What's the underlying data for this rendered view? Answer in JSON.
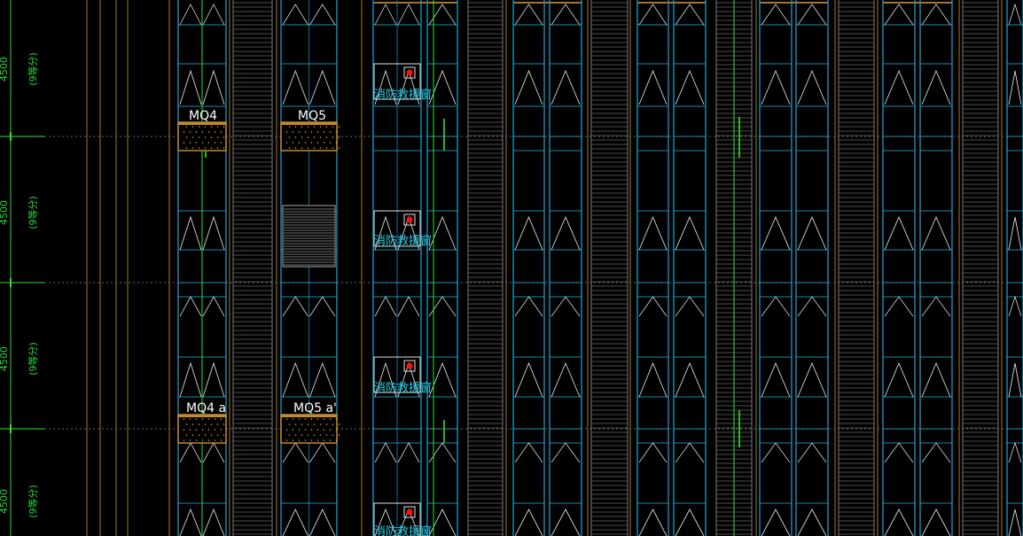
{
  "colors": {
    "background": "#000000",
    "mullion": "#1b8fb8",
    "mullion_light": "#27b4e0",
    "beam": "#a8742a",
    "grating": "#9a9a9a",
    "axis": "#2fe02f",
    "label": "#ffffff",
    "cyan_text": "#28d0e8",
    "dim_text": "#27d63a",
    "marker": "#ff1010",
    "panel_fill": "#c28a2a"
  },
  "dimension_labels": [
    {
      "value": "4500",
      "note": "(9等分)"
    },
    {
      "value": "4500",
      "note": "(9等分)"
    },
    {
      "value": "4500",
      "note": "(9等分)"
    },
    {
      "value": "4500",
      "note": "(9等分)"
    }
  ],
  "panel_tags": [
    {
      "text": "MQ4"
    },
    {
      "text": "MQ5"
    },
    {
      "text": "MQ4 a"
    },
    {
      "text": "MQ5 a'"
    }
  ],
  "rescue_windows": [
    {
      "text": "消防救援窗"
    },
    {
      "text": "消防救援窗"
    },
    {
      "text": "消防救援窗"
    },
    {
      "text": "消防救援窗"
    }
  ]
}
